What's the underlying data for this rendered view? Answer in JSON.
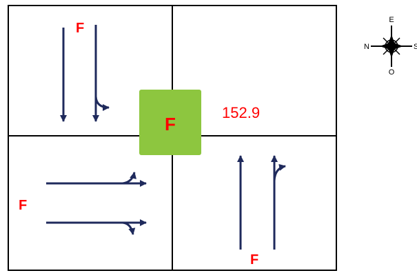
{
  "intersection": {
    "overall_grade": "F",
    "delay_value": "152.9",
    "approach_grades": {
      "north": "F",
      "west": "F",
      "south": "F"
    }
  },
  "compass": {
    "north": "E",
    "west": "N",
    "east": "S",
    "south": "O"
  },
  "colors": {
    "grade_text": "#ff0000",
    "center_box": "#8dc63f",
    "arrow": "#1f2a5c",
    "grid_line": "#000000"
  }
}
